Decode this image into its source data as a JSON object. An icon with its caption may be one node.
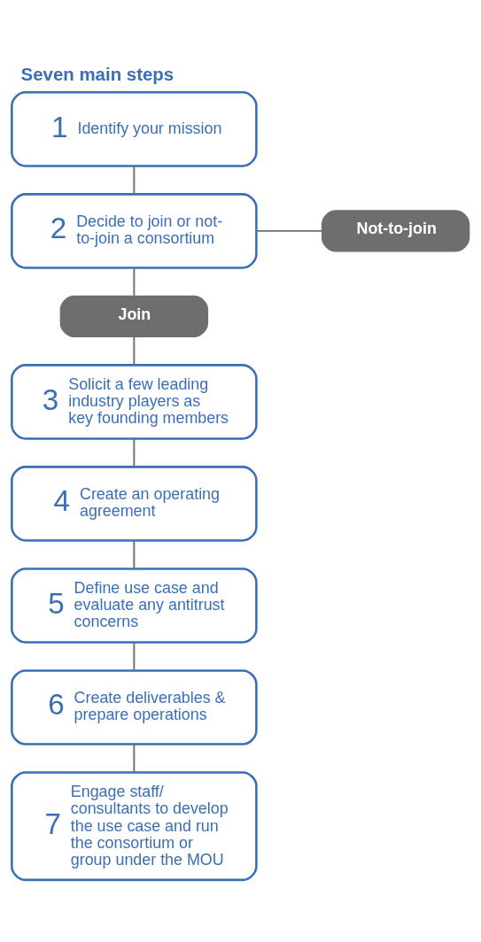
{
  "diagram": {
    "title": "Seven main steps",
    "nodes": [
      {
        "text": [
          "1",
          "Identify your mission"
        ]
      },
      {
        "text": [
          "2",
          "Decide to join or not-to-join a consortium"
        ]
      },
      {
        "text": [
          "Not-to-join"
        ]
      },
      {
        "text": [
          "Join"
        ]
      },
      {
        "text": [
          "3",
          "Solicit a few leading industry players as key founding members"
        ]
      },
      {
        "text": [
          "4",
          "Create an operating agreement"
        ]
      },
      {
        "text": [
          "5",
          "Define use case and evaluate any antitrust concerns"
        ]
      },
      {
        "text": [
          "6",
          "Create deliverables & prepare operations"
        ]
      },
      {
        "text": [
          "7",
          "Engage staff/ consultants to develop the use case and run the consortium or group under the MOU"
        ]
      }
    ],
    "edges": [
      {
        "from": 0,
        "to": 1,
        "arrow": "none"
      },
      {
        "from": 1,
        "to": 2,
        "arrow": "none"
      },
      {
        "from": 1,
        "to": 3,
        "arrow": "none"
      },
      {
        "from": 3,
        "to": 4,
        "arrow": "none"
      },
      {
        "from": 4,
        "to": 5,
        "arrow": "none"
      },
      {
        "from": 5,
        "to": 6,
        "arrow": "none"
      },
      {
        "from": 6,
        "to": 7,
        "arrow": "none"
      },
      {
        "from": 7,
        "to": 8,
        "arrow": "none"
      }
    ]
  }
}
